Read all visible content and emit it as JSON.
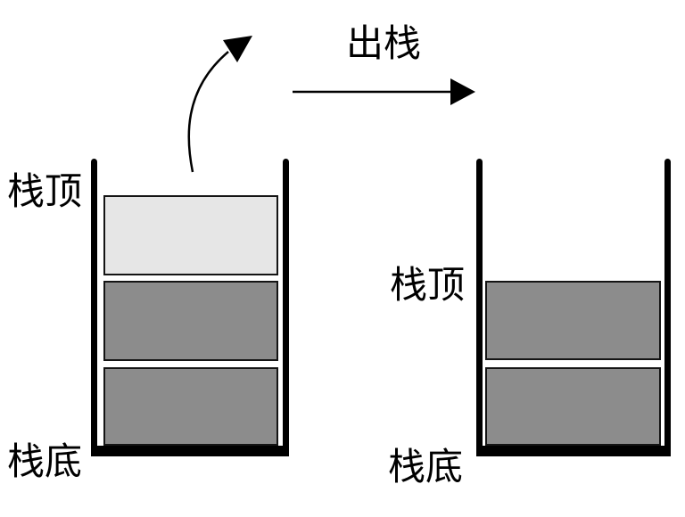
{
  "colors": {
    "background": "#ffffff",
    "ink": "#000000",
    "block_light": "#e6e6e6",
    "block_dark": "#8c8c8c",
    "block_border": "#141414"
  },
  "operation": {
    "label": "出栈"
  },
  "left_stack": {
    "top_label": "栈顶",
    "bottom_label": "栈底",
    "blocks": [
      "light",
      "dark",
      "dark"
    ]
  },
  "right_stack": {
    "top_label": "栈顶",
    "bottom_label": "栈底",
    "blocks": [
      "dark",
      "dark"
    ]
  }
}
